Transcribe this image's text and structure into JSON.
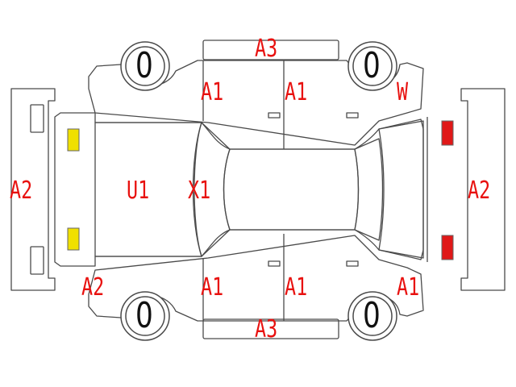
{
  "colors": {
    "outline": "#4a4a4a",
    "label": "#e8110f",
    "tire_text": "#111111",
    "front_lamp": "#f0e000",
    "rear_lamp": "#e01818"
  },
  "tires": {
    "front_left": "0",
    "rear_left": "0",
    "front_right": "0",
    "rear_right": "0"
  },
  "labels": {
    "roof_top": "A3",
    "roof_bottom": "A3",
    "top_front_door": "A1",
    "top_rear_door": "A1",
    "top_rear_quarter": "W",
    "left_bumper": "A2",
    "right_bumper": "A2",
    "hood": "U1",
    "windshield": "X1",
    "bottom_front_fender": "A2",
    "bottom_front_door": "A1",
    "bottom_rear_door": "A1",
    "bottom_rear_quarter": "A1"
  }
}
